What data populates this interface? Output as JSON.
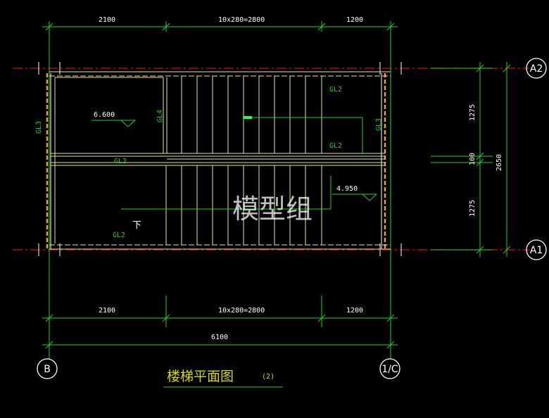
{
  "dimensions": {
    "top_left": "2100",
    "top_mid": "10x280=2800",
    "top_right": "1200",
    "bottom_left": "2100",
    "bottom_mid": "10x280=2800",
    "bottom_right": "1200",
    "total": "6100",
    "right_upper": "1275",
    "right_mid": "100",
    "right_lower": "1275",
    "right_total": "2650"
  },
  "axes": {
    "a2": "A2",
    "a1": "A1",
    "b": "B",
    "c": "1/C"
  },
  "labels": {
    "gl3_left": "GL3",
    "gl3_right": "GL3",
    "gl4": "GL4",
    "gl2_top": "GL2",
    "gl2_mid": "GL2",
    "gl2_bottom": "GL2",
    "gl2_landing": "GL2",
    "elev_upper": "6.600",
    "elev_lower": "4.950",
    "down_mark": "下",
    "watermark": "模型组"
  },
  "title": {
    "text": "楼梯平面图",
    "scale": "(2)"
  },
  "colors": {
    "background": "#000000",
    "dim_line": "#1fd31f",
    "stair_line": "#e8e890",
    "axis_red": "#d01010",
    "text_white": "#ffffff",
    "title_yellow": "#d8d800",
    "wall_orange": "#e8a040"
  }
}
